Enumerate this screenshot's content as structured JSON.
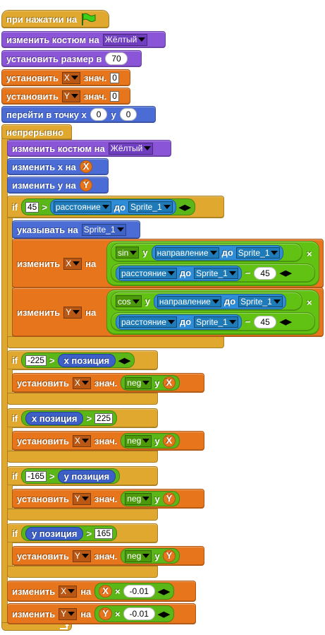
{
  "hat": {
    "label": "при нажатии на"
  },
  "costume1": {
    "label": "изменить костюм на",
    "value": "Жёлтый"
  },
  "size": {
    "label": "установить размер в",
    "value": "70"
  },
  "setx": {
    "label": "установить",
    "var": "X",
    "mid": "знач.",
    "value": "0"
  },
  "sety": {
    "label": "установить",
    "var": "Y",
    "mid": "знач.",
    "value": "0"
  },
  "goto": {
    "label": "перейти в точку x",
    "x": "0",
    "ylabel": "y",
    "y": "0"
  },
  "forever": {
    "label": "непрерывно"
  },
  "costume2": {
    "label": "изменить костюм на",
    "value": "Жёлтый"
  },
  "chx": {
    "label": "изменить x на",
    "var": "X"
  },
  "chy": {
    "label": "изменить y на",
    "var": "Y"
  },
  "if1": {
    "kw": "if",
    "left": "45",
    "op": ">",
    "rep": "расстояние",
    "to": "до",
    "target": "Sprite_1"
  },
  "point": {
    "label": "указывать на",
    "target": "Sprite_1"
  },
  "chX": {
    "label": "изменить",
    "var": "X",
    "on": "на",
    "fn": "sin",
    "y": "y",
    "dir": "направление",
    "to": "до",
    "target": "Sprite_1",
    "times": "×",
    "dist": "расстояние",
    "minus": "−",
    "num": "45"
  },
  "chY": {
    "label": "изменить",
    "var": "Y",
    "on": "на",
    "fn": "cos",
    "y": "y",
    "dir": "направление",
    "to": "до",
    "target": "Sprite_1",
    "times": "×",
    "dist": "расстояние",
    "minus": "−",
    "num": "45"
  },
  "if2": {
    "kw": "if",
    "left": "-225",
    "op": ">",
    "rep": "x позиция",
    "set": "установить",
    "var": "X",
    "mid": "знач.",
    "fn": "neg",
    "y": "y",
    "arg": "X"
  },
  "if3": {
    "kw": "if",
    "rep": "x позиция",
    "op": ">",
    "right": "225",
    "set": "установить",
    "var": "X",
    "mid": "знач.",
    "fn": "neg",
    "y": "y",
    "arg": "X"
  },
  "if4": {
    "kw": "if",
    "left": "-165",
    "op": ">",
    "rep": "y позиция",
    "set": "установить",
    "var": "Y",
    "mid": "знач.",
    "fn": "neg",
    "y": "y",
    "arg": "Y"
  },
  "if5": {
    "kw": "if",
    "rep": "y позиция",
    "op": ">",
    "right": "165",
    "set": "установить",
    "var": "Y",
    "mid": "знач.",
    "fn": "neg",
    "y": "y",
    "arg": "Y"
  },
  "endX": {
    "label": "изменить",
    "var": "X",
    "on": "на",
    "arg": "X",
    "times": "×",
    "num": "-0.01"
  },
  "endY": {
    "label": "изменить",
    "var": "Y",
    "on": "на",
    "arg": "Y",
    "times": "×",
    "num": "-0.01"
  },
  "colors": {
    "control": "#e0a82e",
    "looks": "#8a55d7",
    "motion": "#4a6cd4",
    "variables": "#e6751c",
    "operators": "#62c213",
    "sensing": "#2f8cd6"
  },
  "icons": {
    "flag": "green-flag-icon",
    "loop": "loop-arrow-icon",
    "arrows": "variadic-arrows-icon"
  }
}
